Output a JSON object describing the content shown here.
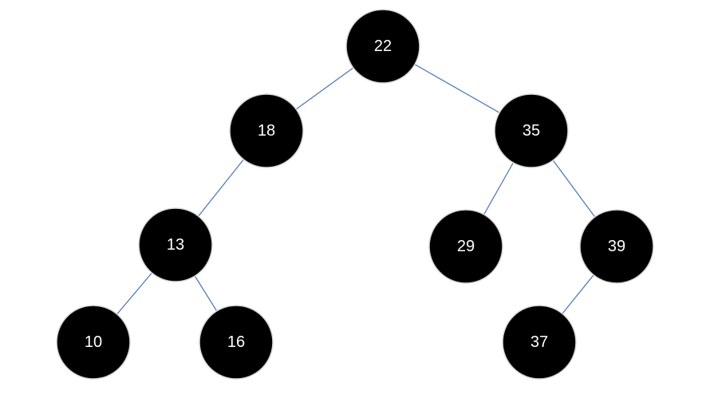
{
  "tree": {
    "nodes": [
      {
        "id": "n22",
        "label": "22"
      },
      {
        "id": "n18",
        "label": "18"
      },
      {
        "id": "n35",
        "label": "35"
      },
      {
        "id": "n13",
        "label": "13"
      },
      {
        "id": "n29",
        "label": "29"
      },
      {
        "id": "n39",
        "label": "39"
      },
      {
        "id": "n10",
        "label": "10"
      },
      {
        "id": "n16",
        "label": "16"
      },
      {
        "id": "n37",
        "label": "37"
      }
    ],
    "edges": [
      {
        "from": "n22",
        "to": "n18"
      },
      {
        "from": "n22",
        "to": "n35"
      },
      {
        "from": "n18",
        "to": "n13"
      },
      {
        "from": "n35",
        "to": "n29"
      },
      {
        "from": "n35",
        "to": "n39"
      },
      {
        "from": "n13",
        "to": "n10"
      },
      {
        "from": "n13",
        "to": "n16"
      },
      {
        "from": "n39",
        "to": "n37"
      }
    ],
    "colors": {
      "node_fill": "#000000",
      "node_text": "#ffffff",
      "edge": "#4a72b0"
    }
  }
}
